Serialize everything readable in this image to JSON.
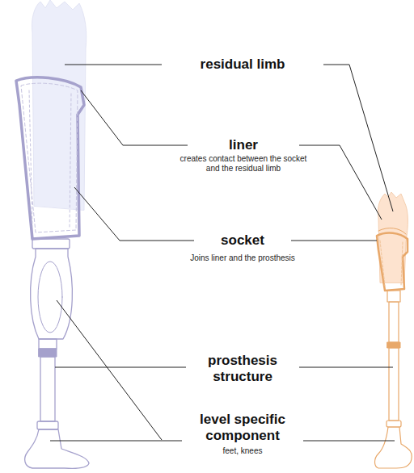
{
  "diagram": {
    "labels": [
      "residual limb",
      "liner",
      "creates contact between the socket and the residual limb",
      "socket",
      "Joins liner and the prosthesis",
      "prosthesis structure",
      "level specific component",
      "feet, knees"
    ]
  }
}
